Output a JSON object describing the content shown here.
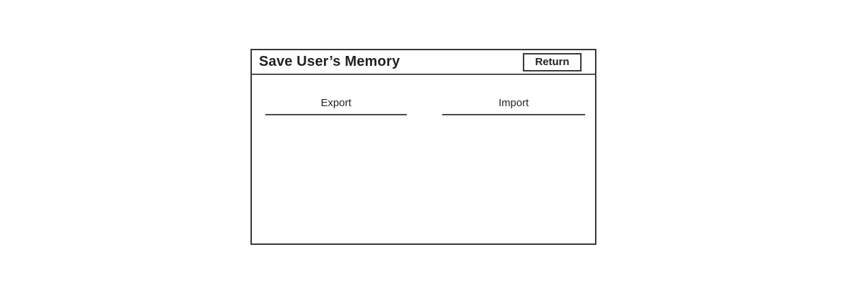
{
  "dialog": {
    "title": "Save User’s Memory",
    "titlebar": {
      "return_label": "Return"
    },
    "tabs": [
      {
        "label": "Export"
      },
      {
        "label": "Import"
      }
    ],
    "body_content": ""
  },
  "colors": {
    "background": "#ffffff",
    "border": "#3a3637",
    "separator": "#565051",
    "underline": "#4c4647",
    "text": "#231f20"
  }
}
